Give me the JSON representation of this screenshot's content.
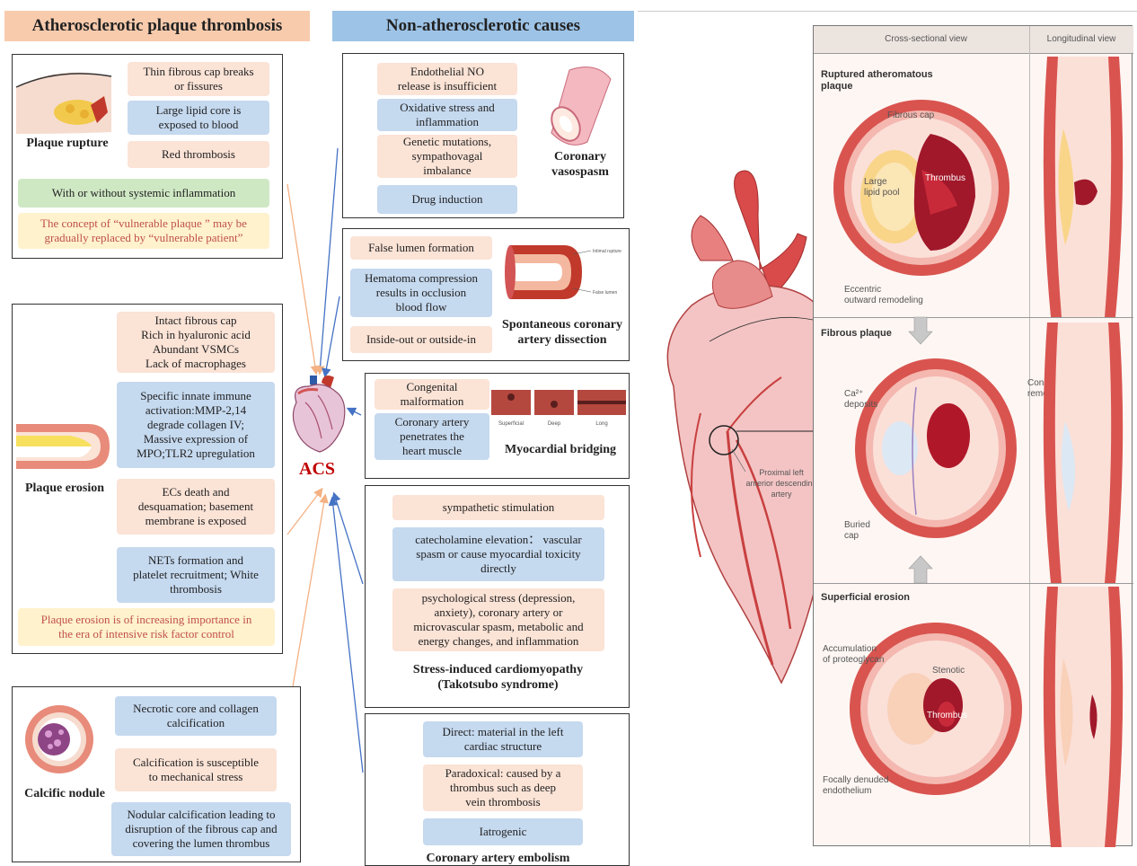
{
  "headers": {
    "left": "Atherosclerotic plaque thrombosis",
    "middle": "Non-atherosclerotic causes"
  },
  "center_label": "ACS",
  "rupture": {
    "title": "Plaque rupture",
    "boxes": [
      "Thin fibrous cap breaks\nor fissures",
      "Large lipid core is\nexposed to blood",
      "Red thrombosis"
    ],
    "systemic": "With or without systemic inflammation",
    "note": "The concept of “vulnerable plaque ” may be\ngradually replaced by “vulnerable patient”"
  },
  "erosion": {
    "title": "Plaque erosion",
    "boxes": [
      "Intact fibrous cap\nRich in hyaluronic acid\nAbundant VSMCs\nLack of macrophages",
      "Specific innate immune\nactivation:MMP-2,14\ndegrade collagen IV;\nMassive expression of\nMPO;TLR2 upregulation",
      "ECs death and\ndesquamation; basement\nmembrane is exposed",
      "NETs formation and\nplatelet recruitment; White\nthrombosis"
    ],
    "note": "Plaque erosion is of increasing importance in\nthe era of intensive risk factor control"
  },
  "nodule": {
    "title": "Calcific nodule",
    "boxes": [
      "Necrotic core and collagen\ncalcification",
      "Calcification is susceptible\nto mechanical stress",
      "Nodular calcification leading to\ndisruption of the fibrous cap and\ncovering the lumen thrombus"
    ]
  },
  "vasospasm": {
    "title": "Coronary\nvasospasm",
    "boxes": [
      "Endothelial NO\nrelease is insufficient",
      "Oxidative stress and\ninflammation",
      "Genetic mutations,\nsympathovagal\nimbalance",
      "Drug induction"
    ]
  },
  "dissection": {
    "title": "Spontaneous coronary\nartery dissection",
    "boxes": [
      "False lumen formation",
      "Hematoma compression\nresults in occlusion\nblood flow",
      "Inside-out or outside-in"
    ]
  },
  "bridging": {
    "title": "Myocardial bridging",
    "boxes": [
      "Congenital\nmalformation",
      "Coronary artery\npenetrates the\nheart muscle"
    ],
    "image_labels": [
      "Superficial",
      "Deep",
      "Long"
    ]
  },
  "takotsubo": {
    "title": "Stress-induced cardiomyopathy\n(Takotsubo syndrome)",
    "boxes": [
      "sympathetic stimulation",
      "catecholamine elevation： vascular\nspasm or cause myocardial toxicity\ndirectly",
      "psychological stress (depression,\nanxiety), coronary artery or\nmicrovascular spasm, metabolic and\nenergy changes, and inflammation"
    ]
  },
  "embolism": {
    "title": "Coronary artery embolism",
    "boxes": [
      "Direct: material in the left\ncardiac structure",
      "Paradoxical: caused by a\nthrombus such as deep\nvein thrombosis",
      "Iatrogenic"
    ]
  },
  "right_figure": {
    "col_headers": [
      "Cross-sectional view",
      "Longitudinal view"
    ],
    "rows": [
      {
        "title": "Ruptured atheromatous\nplaque",
        "labels": [
          "Fibrous cap",
          "Large\nlipid pool",
          "Thrombus",
          "Eccentric\noutward remodeling"
        ]
      },
      {
        "title": "Fibrous plaque",
        "labels": [
          "Ca²⁺\ndeposits",
          "Buried\ncap",
          "Constrictive\nremodeling"
        ]
      },
      {
        "title": "Superficial erosion",
        "labels": [
          "Accumulation\nof proteoglycan",
          "Stenotic",
          "Thrombus",
          "Focally denuded\nendothelium"
        ]
      }
    ],
    "heart_label": "Proximal left\nanterior descending\nartery"
  },
  "colors": {
    "peach": "#fbe3d6",
    "blue": "#c5d9ef",
    "green": "#cfe8c4",
    "yellow": "#fff2cc",
    "header_left": "#f8cbad",
    "header_mid": "#9dc3e6",
    "acs_red": "#c00000"
  }
}
